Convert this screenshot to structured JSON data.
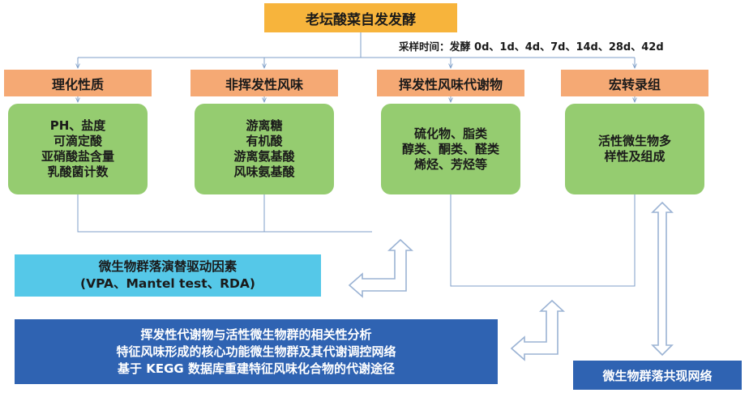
{
  "title": "老坛酸菜自发发酵",
  "sampling": {
    "label": "采样时间：",
    "value": "发酵 0d、1d、4d、7d、14d、28d、42d"
  },
  "categories": [
    {
      "label": "理化性质",
      "items": [
        "PH、盐度",
        "可滴定酸",
        "亚硝酸盐含量",
        "乳酸菌计数"
      ]
    },
    {
      "label": "非挥发性风味",
      "items": [
        "游离糖",
        "有机酸",
        "游离氨基酸",
        "风味氨基酸"
      ]
    },
    {
      "label": "挥发性风味代谢物",
      "items": [
        "硫化物、脂类",
        "醇类、酮类、醛类",
        "烯烃、芳烃等"
      ]
    },
    {
      "label": "宏转录组",
      "items": [
        "活性微生物多",
        "样性及组成"
      ]
    }
  ],
  "drivers": {
    "line1": "微生物群落演替驱动因素",
    "line2": "(VPA、Mantel test、RDA)"
  },
  "analysis": {
    "line1": "挥发性代谢物与活性微生物群的相关性分析",
    "line2": "特征风味形成的核心功能微生物群及其代谢调控网络",
    "line3": "基于 KEGG 数据库重建特征风味化合物的代谢途径"
  },
  "network": "微生物群落共现网络",
  "colors": {
    "title_bg": "#f7b43c",
    "category_bg": "#f5a974",
    "box_bg": "#95cc70",
    "drivers_bg": "#55c8e8",
    "analysis_bg": "#2f63b2",
    "connector": "#7f9fc8"
  }
}
